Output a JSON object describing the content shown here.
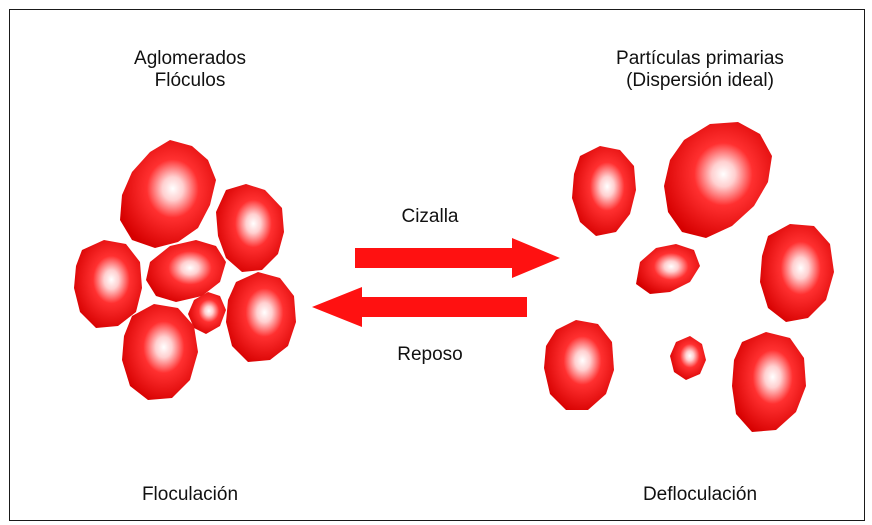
{
  "left_heading": {
    "line1": "Aglomerados",
    "line2": "Flóculos"
  },
  "right_heading": {
    "line1": "Partículas primarias",
    "line2": "(Dispersión ideal)"
  },
  "arrows": {
    "forward_label": "Cizalla",
    "backward_label": "Reposo"
  },
  "left_caption": "Floculación",
  "right_caption": "Defloculación",
  "colors": {
    "particle_edge": "#d40000",
    "particle_mid": "#ff2a2a",
    "particle_highlight": "#ffffff",
    "arrow": "#ff1111",
    "frame": "#1a1a1a"
  }
}
